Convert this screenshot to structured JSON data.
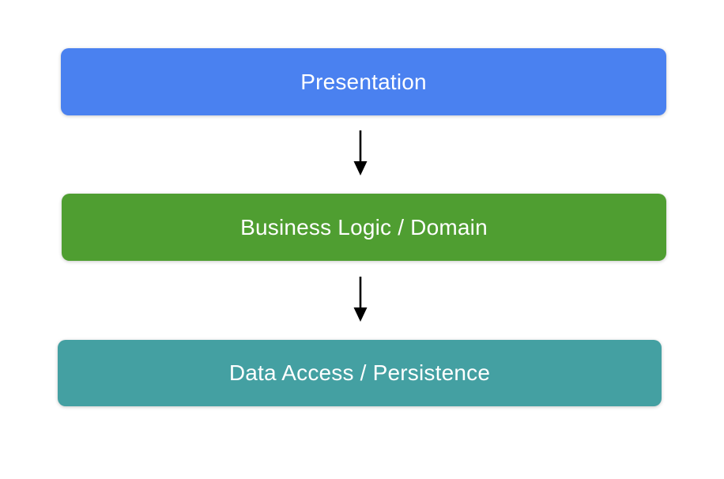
{
  "diagram": {
    "layers": [
      {
        "label": "Presentation",
        "color": "#4a81f0"
      },
      {
        "label": "Business Logic / Domain",
        "color": "#4f9e31"
      },
      {
        "label": "Data Access / Persistence",
        "color": "#44a0a2"
      }
    ],
    "arrows": [
      {
        "from": "Presentation",
        "to": "Business Logic / Domain"
      },
      {
        "from": "Business Logic / Domain",
        "to": "Data Access / Persistence"
      }
    ],
    "text_color": "#ffffff",
    "arrow_color": "#000000",
    "background_color": "#ffffff"
  }
}
